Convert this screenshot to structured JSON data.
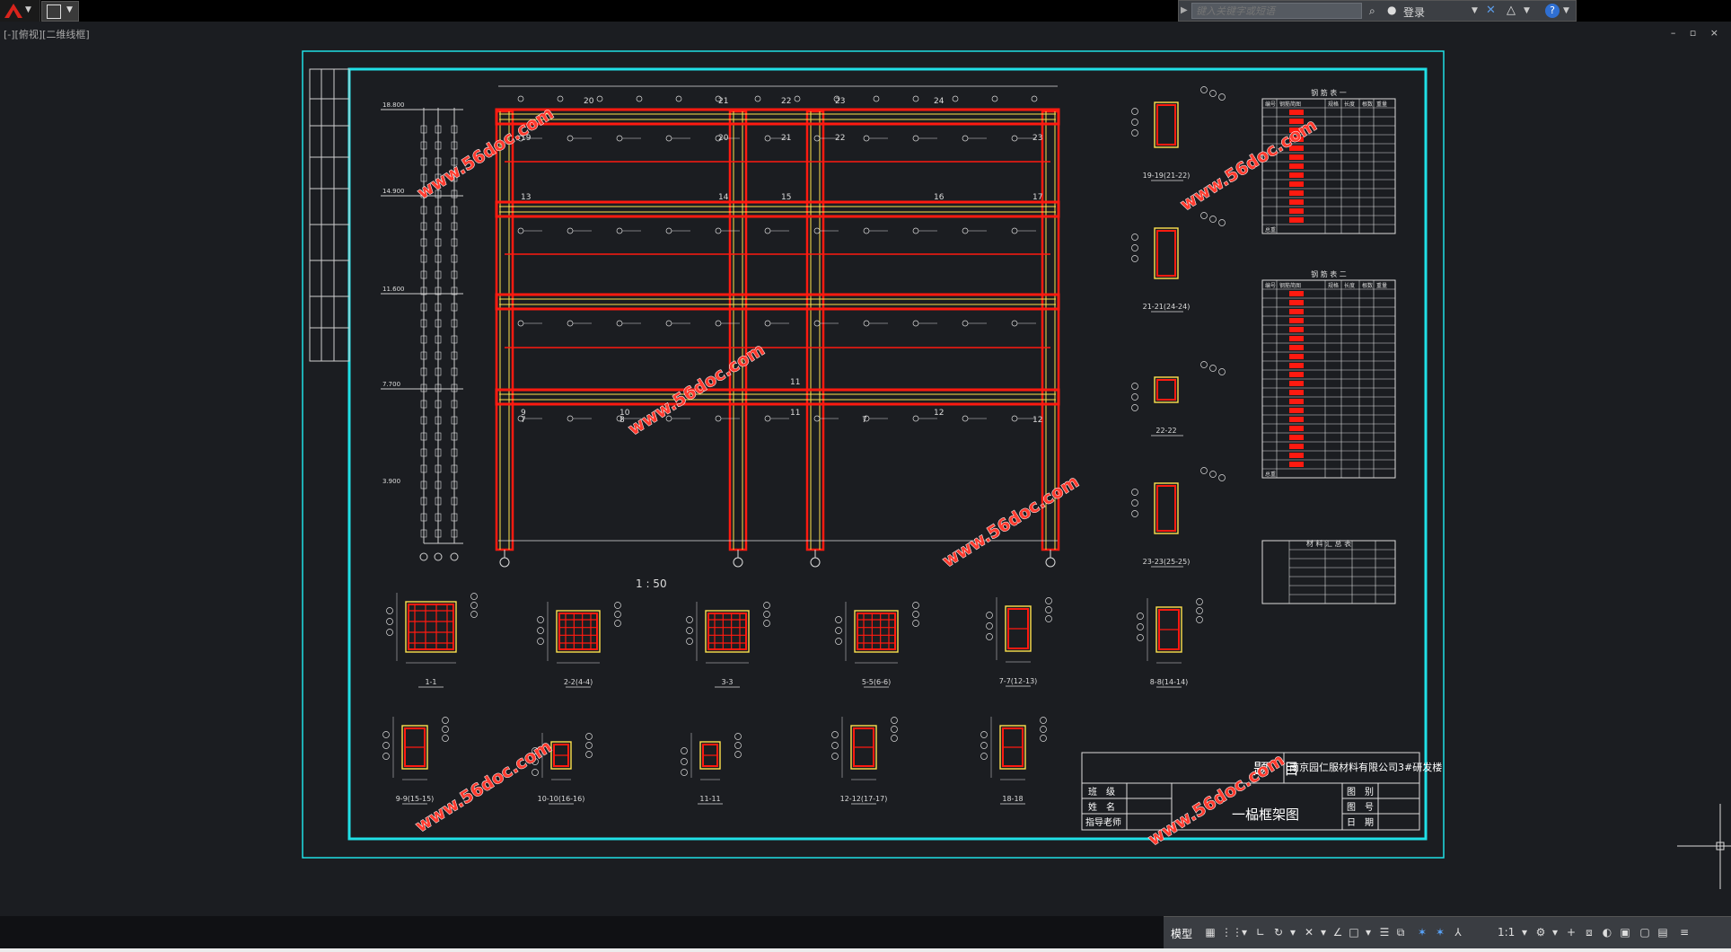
{
  "app": {
    "view_label": "[-][俯视][二维线框]",
    "search_placeholder": "键入关键字或短语",
    "login_label": "登录",
    "help_label": "?",
    "window_controls": "– ▫ ×"
  },
  "drawing": {
    "scale_label": "1 : 50",
    "elevation_levels": [
      "18.800",
      "14.900",
      "11.600",
      "7.700",
      "3.900"
    ],
    "beam_labels": [
      "20",
      "21",
      "22",
      "23",
      "24",
      "19",
      "20",
      "21",
      "22",
      "23",
      "13",
      "14",
      "15",
      "16",
      "17",
      "9",
      "10",
      "11",
      "12",
      "7",
      "8",
      "11",
      "7",
      "12"
    ],
    "watermark": "www.56doc.com",
    "sections": [
      "1-1",
      "2-2(4-4)",
      "3-3",
      "5-5(6-6)",
      "7-7(12-13)",
      "8-8(14-14)",
      "9-9(15-15)",
      "10-10(16-16)",
      "11-11",
      "12-12(17-17)",
      "18-18"
    ],
    "right_sections": [
      "19-19(21-22)",
      "21-21(24-24)",
      "22-22",
      "23-23(25-25)"
    ],
    "table1_title": "钢 筋 表 一",
    "table2_title": "钢 筋 表 二",
    "table3_title": "材 料 汇 总 表",
    "table_headers": [
      "编号",
      "钢筋简图",
      "规格",
      "长度",
      "根数",
      "重量"
    ],
    "table_total": "总重",
    "title_block": {
      "project_label": "题　目",
      "project_name": "南京园仁服材料有限公司3#研发楼",
      "drawing_name": "一榀框架图",
      "left_rows": [
        "班　级",
        "姓　名",
        "指导老师"
      ],
      "right_rows": [
        "图　别",
        "图　号",
        "日　期"
      ]
    }
  },
  "status": {
    "model_label": "模型",
    "scale": "1:1"
  },
  "colors": {
    "cyan": "#20e0e6",
    "red": "#ff1a10",
    "yellow": "#ffe24d",
    "dim_white": "#dcdcdc",
    "blue": "#2f6fd2"
  }
}
